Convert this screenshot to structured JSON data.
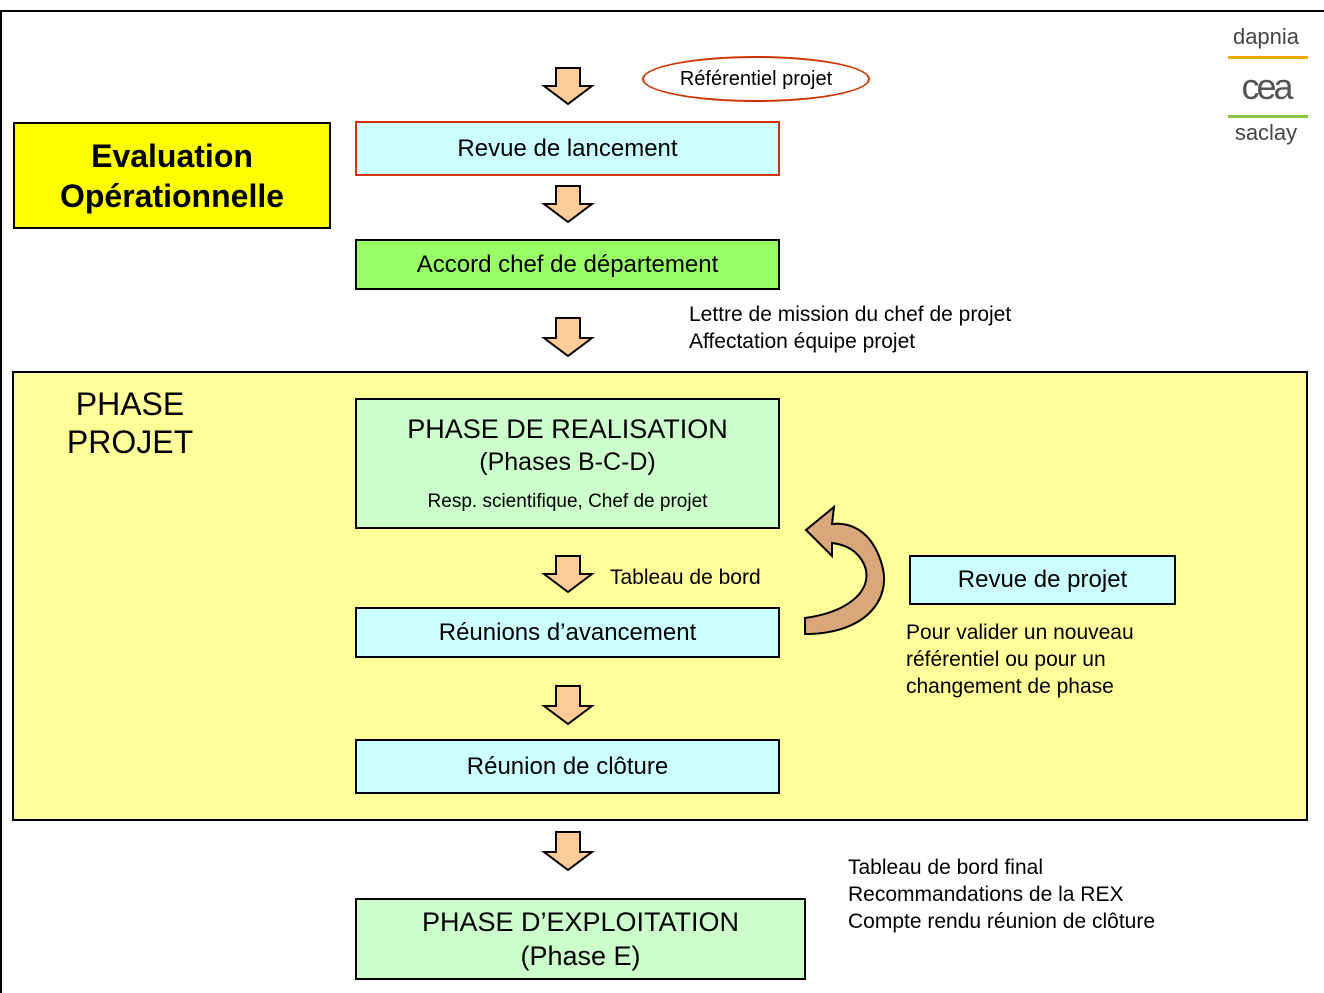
{
  "logo": {
    "top": "dapnia",
    "middle": "cea",
    "bottom": "saclay"
  },
  "evaluation": {
    "line1": "Evaluation",
    "line2": "Opérationnelle"
  },
  "referentiel_label": "Référentiel projet",
  "revue_lancement": "Revue de lancement",
  "accord_chef": "Accord chef de département",
  "mission_note": {
    "line1": "Lettre de mission du chef de projet",
    "line2": "Affectation équipe projet"
  },
  "phase_projet": {
    "line1": "PHASE",
    "line2": "PROJET"
  },
  "phase_realisation": {
    "title": "PHASE DE REALISATION",
    "subtitle": "(Phases B-C-D)",
    "resp": "Resp. scientifique, Chef de projet"
  },
  "tableau_de_bord": "Tableau de bord",
  "reunions_avancement": "Réunions d’avancement",
  "revue_projet": "Revue de projet",
  "revue_projet_note": {
    "line1": "Pour valider un nouveau",
    "line2": "référentiel ou pour un",
    "line3": "changement de phase"
  },
  "reunion_cloture": "Réunion de clôture",
  "final_note": {
    "line1": "Tableau de bord final",
    "line2": "Recommandations de la REX",
    "line3": "Compte rendu réunion de clôture"
  },
  "phase_exploitation": {
    "title": "PHASE D’EXPLOITATION",
    "subtitle": "(Phase E)"
  },
  "colors": {
    "yellow_box": "#ffff00",
    "phase_bg": "#ffff99",
    "cyan": "#ccffff",
    "green": "#99ff66",
    "light_green": "#ccffcc",
    "arrow_fill": "#ffcc99",
    "highlight_red": "#cc3300",
    "curved_arrow": "#d9a77a"
  }
}
